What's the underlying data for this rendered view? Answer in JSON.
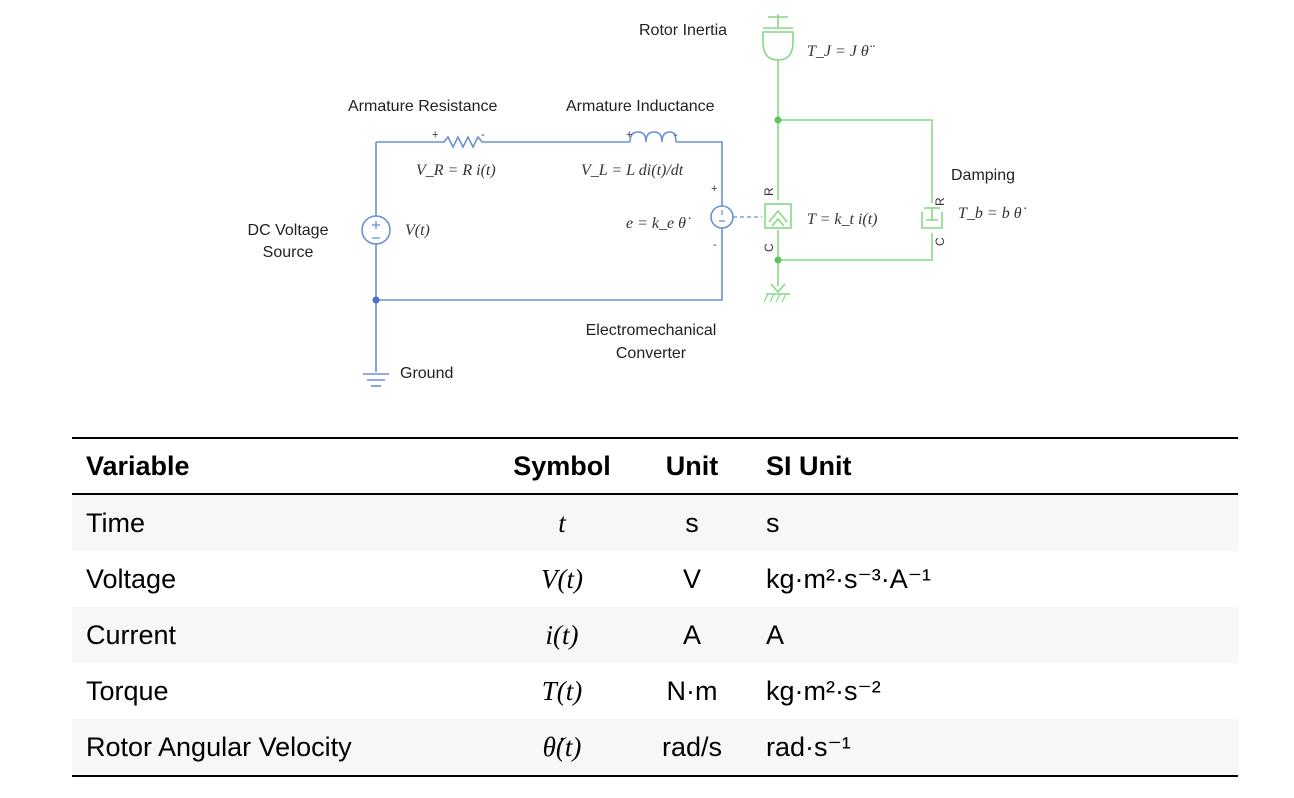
{
  "diagram": {
    "labels": {
      "rotor_inertia": "Rotor Inertia",
      "armature_resistance": "Armature Resistance",
      "armature_inductance": "Armature Inductance",
      "damping": "Damping",
      "dc_voltage_source_line1": "DC Voltage",
      "dc_voltage_source_line2": "Source",
      "electromechanical_line1": "Electromechanical",
      "electromechanical_line2": "Converter",
      "ground": "Ground"
    },
    "equations": {
      "tj": "T_J = J θ̈",
      "vr": "V_R = R i(t)",
      "vl": "V_L = L di(t)/dt",
      "vt": "V(t)",
      "e": "e = k_e θ̇",
      "t": "T = k_t i(t)",
      "tb": "T_b = b θ̇"
    },
    "ports": {
      "plus": "+",
      "minus": "-",
      "r": "R",
      "c": "C"
    },
    "colors": {
      "electrical": "#6b8fd6",
      "mechanical": "#86d986"
    }
  },
  "table": {
    "headers": [
      "Variable",
      "Symbol",
      "Unit",
      "SI Unit"
    ],
    "rows": [
      {
        "variable": "Time",
        "symbol": "t",
        "unit": "s",
        "si": "s"
      },
      {
        "variable": "Voltage",
        "symbol": "V(t)",
        "unit": "V",
        "si": "kg·m²·s⁻³·A⁻¹"
      },
      {
        "variable": "Current",
        "symbol": "i(t)",
        "unit": "A",
        "si": "A"
      },
      {
        "variable": "Torque",
        "symbol": "T(t)",
        "unit": "N·m",
        "si": "kg·m²·s⁻²"
      },
      {
        "variable": "Rotor Angular Velocity",
        "symbol": "θ̇(t)",
        "unit": "rad/s",
        "si": "rad·s⁻¹"
      }
    ]
  }
}
